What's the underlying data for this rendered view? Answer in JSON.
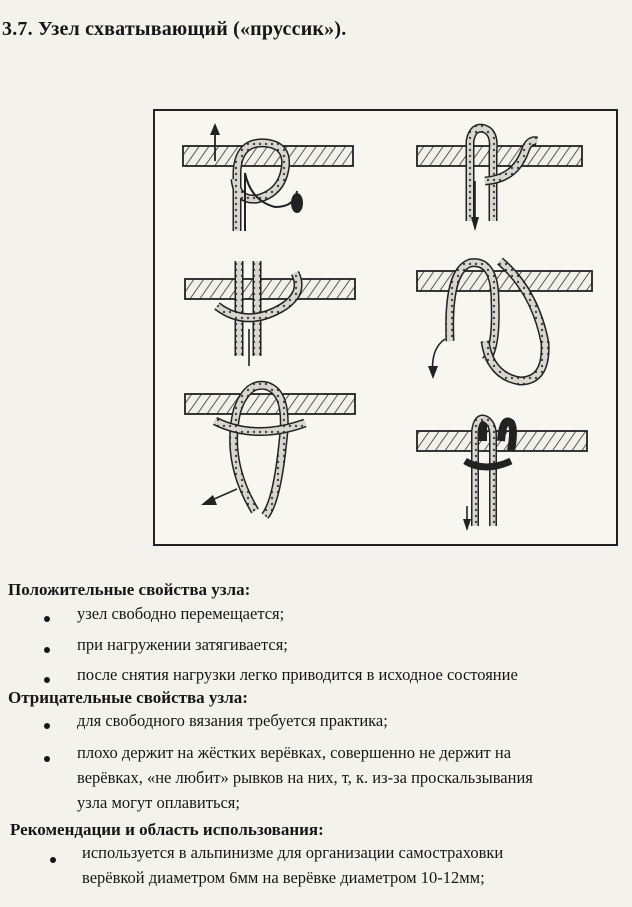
{
  "title": "3.7. Узел схватывающий («пруссик»).",
  "sections": [
    {
      "heading": "Положительные свойства узла:",
      "items": [
        [
          "узел свободно перемещается;"
        ],
        [
          "при нагружении затягивается;"
        ],
        [
          "после снятия нагрузки легко приводится в исходное состояние"
        ]
      ]
    },
    {
      "heading": "Отрицательные свойства узла:",
      "items": [
        [
          "для свободного вязания требуется практика;"
        ],
        [
          "плохо держит на жёстких верёвках, совершенно не держит на",
          "верёвках, «не любит» рывков на них, т, к. из-за проскальзывания",
          "узла могут оплавиться;"
        ]
      ]
    },
    {
      "heading": "Рекомендации и область использования:",
      "items": [
        [
          "используется в альпинизме для организации самостраховки",
          "верёвкой диаметром 6мм на верёвке диаметром 10-12мм;"
        ]
      ]
    }
  ],
  "figure": {
    "panels": [
      "step-1",
      "step-2",
      "step-3",
      "step-4",
      "step-5",
      "step-6"
    ]
  }
}
